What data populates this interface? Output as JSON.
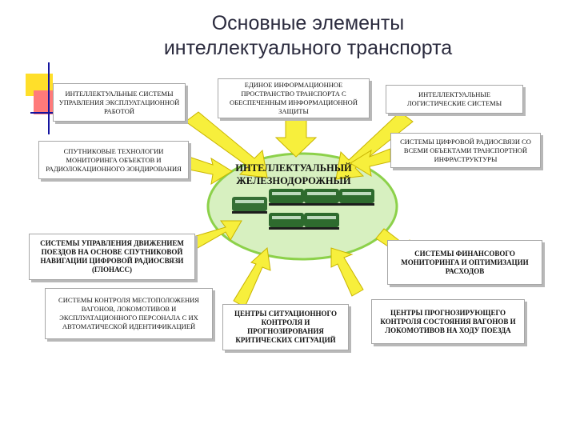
{
  "title": {
    "line1": "Основные элементы",
    "line2": "интеллектуального транспорта"
  },
  "center": {
    "line1": "ИНТЕЛЛЕКТУАЛЬНЫЙ",
    "line2": "ЖЕЛЕЗНОДОРОЖНЫЙ"
  },
  "boxes": {
    "b1": "ИНТЕЛЛЕКТУАЛЬНЫЕ СИСТЕМЫ УПРАВЛЕНИЯ ЭКСПЛУАТАЦИОННОЙ РАБОТОЙ",
    "b2": "ЕДИНОЕ ИНФОРМАЦИОННОЕ ПРОСТРАНСТВО ТРАНСПОРТА С ОБЕСПЕЧЕННЫМ ИНФОРМАЦИОННОЙ ЗАЩИТЫ",
    "b3": "ИНТЕЛЛЕКТУАЛЬНЫЕ ЛОГИСТИЧЕСКИЕ СИСТЕМЫ",
    "b4": "СПУТНИКОВЫЕ ТЕХНОЛОГИИ МОНИТОРИНГА ОБЪЕКТОВ И РАДИОЛОКАЦИОННОГО ЗОНДИРОВАНИЯ",
    "b5": "СИСТЕМЫ ЦИФРОВОЙ РАДИОСВЯЗИ СО ВСЕМИ ОБЪЕКТАМИ ТРАНСПОРТНОЙ ИНФРАСТРУКТУРЫ",
    "b6": "СИСТЕМЫ УПРАВЛЕНИЯ ДВИЖЕНИЕМ ПОЕЗДОВ НА ОСНОВЕ СПУТНИКОВОЙ НАВИГАЦИИ ЦИФРОВОЙ РАДИОСВЯЗИ (ГЛОНАСС)",
    "b7": "СИСТЕМЫ ФИНАНСОВОГО МОНИТОРИНГА И ОПТИМИЗАЦИИ РАСХОДОВ",
    "b8": "СИСТЕМЫ КОНТРОЛЯ МЕСТОПОЛОЖЕНИЯ ВАГОНОВ, ЛОКОМОТИВОВ И ЭКСПЛУАТАЦИОННОГО ПЕРСОНАЛА С ИХ АВТОМАТИЧЕСКОЙ ИДЕНТИФИКАЦИЕЙ",
    "b9": "ЦЕНТРЫ СИТУАЦИОННОГО КОНТРОЛЯ И ПРОГНОЗИРОВАНИЯ КРИТИЧЕСКИХ СИТУАЦИЙ",
    "b10": "ЦЕНТРЫ ПРОГНОЗИРУЮЩЕГО КОНТРОЛЯ СОСТОЯНИЯ ВАГОНОВ И ЛОКОМОТИВОВ НА ХОДУ ПОЕЗДА"
  },
  "colors": {
    "arrow_fill": "#f7ef3c",
    "arrow_stroke": "#c8b400",
    "ellipse_fill": "#d7f0c0",
    "ellipse_stroke": "#8cd14a",
    "train": "#2e6b2e",
    "deco_yellow": "#ffdf2a",
    "deco_red": "#ff6d6d",
    "deco_blue": "#1414a0"
  }
}
